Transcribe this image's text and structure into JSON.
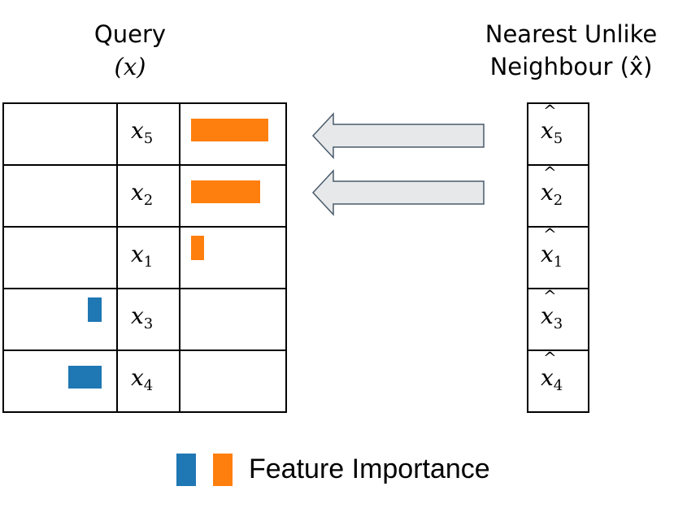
{
  "query": {
    "title_line1": "Query",
    "title_line2": "(x)",
    "rows": [
      {
        "label_base": "x",
        "label_sub": "5",
        "importance_side": "positive",
        "importance": 0.95
      },
      {
        "label_base": "x",
        "label_sub": "2",
        "importance_side": "positive",
        "importance": 0.85
      },
      {
        "label_base": "x",
        "label_sub": "1",
        "importance_side": "positive",
        "importance": 0.16
      },
      {
        "label_base": "x",
        "label_sub": "3",
        "importance_side": "negative",
        "importance": 0.17
      },
      {
        "label_base": "x",
        "label_sub": "4",
        "importance_side": "negative",
        "importance": 0.41
      }
    ]
  },
  "neighbour": {
    "title_line1": "Nearest Unlike",
    "title_line2": "Neighbour (x̂)",
    "rows": [
      {
        "label_base": "x",
        "label_sub": "5"
      },
      {
        "label_base": "x",
        "label_sub": "2"
      },
      {
        "label_base": "x",
        "label_sub": "1"
      },
      {
        "label_base": "x",
        "label_sub": "3"
      },
      {
        "label_base": "x",
        "label_sub": "4"
      }
    ]
  },
  "legend": {
    "label": "Feature Importance",
    "colors": [
      "#1f77b4",
      "#ff7f0e"
    ]
  },
  "arrows": {
    "count": 2,
    "fill": "#e6e8ea",
    "stroke": "#4a5a6a"
  }
}
